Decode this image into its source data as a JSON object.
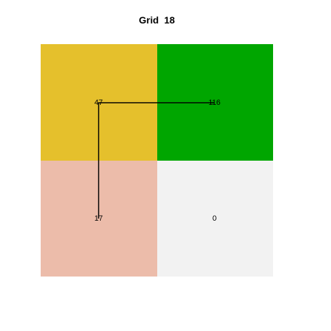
{
  "title": "Grid  18",
  "grid": {
    "rows": 2,
    "cols": 2,
    "cells": [
      {
        "row": 0,
        "col": 0,
        "value": "47",
        "color": "#E5C02C"
      },
      {
        "row": 0,
        "col": 1,
        "value": "116",
        "color": "#00A600"
      },
      {
        "row": 1,
        "col": 0,
        "value": "17",
        "color": "#ECBCAA"
      },
      {
        "row": 1,
        "col": 1,
        "value": "0",
        "color": "#F2F2F2"
      }
    ],
    "path": [
      {
        "row": 1,
        "col": 0
      },
      {
        "row": 0,
        "col": 0
      },
      {
        "row": 0,
        "col": 1
      }
    ],
    "path_color": "#000000"
  }
}
